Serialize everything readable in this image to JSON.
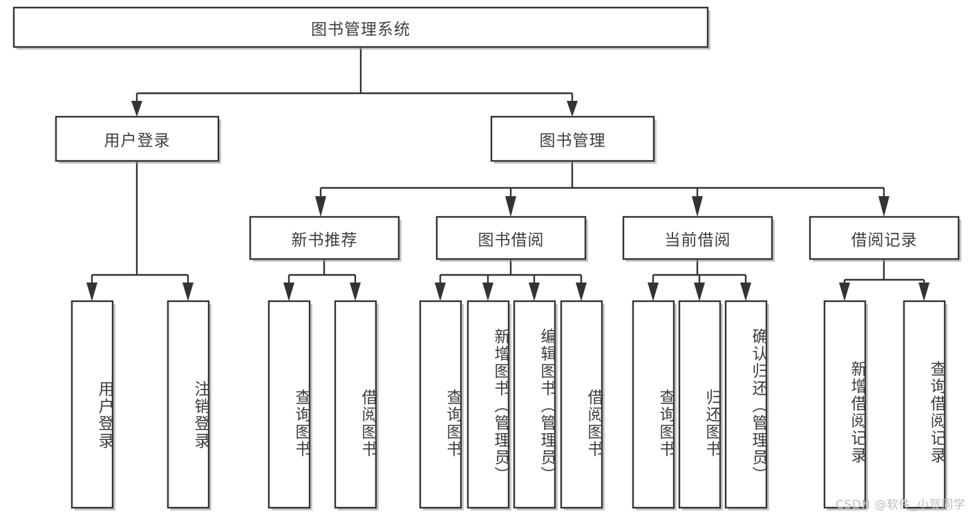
{
  "diagram": {
    "title": "图书管理系统",
    "type": "tree",
    "watermark": "CSDN @软件_小贺同学",
    "colors": {
      "stroke": "#333333",
      "fill": "#ffffff",
      "text": "#3d3d3d",
      "shadow": "#9a9a9a",
      "watermark": "#bdbdbd"
    },
    "root": {
      "label": "图书管理系统",
      "orientation": "horizontal"
    },
    "level2": [
      {
        "label": "用户登录",
        "orientation": "horizontal"
      },
      {
        "label": "图书管理",
        "orientation": "horizontal"
      }
    ],
    "level3": [
      {
        "label": "新书推荐",
        "orientation": "horizontal",
        "parent": "图书管理"
      },
      {
        "label": "图书借阅",
        "orientation": "horizontal",
        "parent": "图书管理"
      },
      {
        "label": "当前借阅",
        "orientation": "horizontal",
        "parent": "图书管理"
      },
      {
        "label": "借阅记录",
        "orientation": "horizontal",
        "parent": "图书管理"
      }
    ],
    "leaves": {
      "用户登录": [
        {
          "label": "用户登录",
          "orientation": "vertical"
        },
        {
          "label": "注销登录",
          "orientation": "vertical"
        }
      ],
      "新书推荐": [
        {
          "label": "查询图书",
          "orientation": "vertical"
        },
        {
          "label": "借阅图书",
          "orientation": "vertical"
        }
      ],
      "图书借阅": [
        {
          "label": "查询图书",
          "orientation": "vertical"
        },
        {
          "label": "新增图书（管理员）",
          "orientation": "vertical"
        },
        {
          "label": "编辑图书（管理员）",
          "orientation": "vertical"
        },
        {
          "label": "借阅图书",
          "orientation": "vertical"
        }
      ],
      "当前借阅": [
        {
          "label": "查询图书",
          "orientation": "vertical"
        },
        {
          "label": "归还图书",
          "orientation": "vertical"
        },
        {
          "label": "确认归还（管理员）",
          "orientation": "vertical"
        }
      ],
      "借阅记录": [
        {
          "label": "新增借阅记录",
          "orientation": "vertical"
        },
        {
          "label": "查询借阅记录",
          "orientation": "vertical"
        }
      ]
    }
  }
}
